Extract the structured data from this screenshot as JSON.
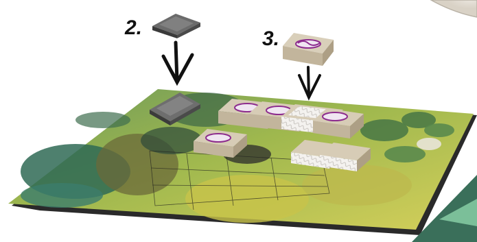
{
  "steps": [
    {
      "label": "2.",
      "piece": "roof"
    },
    {
      "label": "3.",
      "piece": "mahjong-tile"
    }
  ],
  "colors": {
    "board_green_dark": "#2f5a44",
    "board_green_light": "#7aa85a",
    "board_yellow": "#c9c24a",
    "tile_beige": "#d7ccb6",
    "tile_side": "#b8ab93",
    "tile_face_purple": "#8d2c8e",
    "roof_gray": "#555555",
    "arrow_black": "#111111"
  }
}
